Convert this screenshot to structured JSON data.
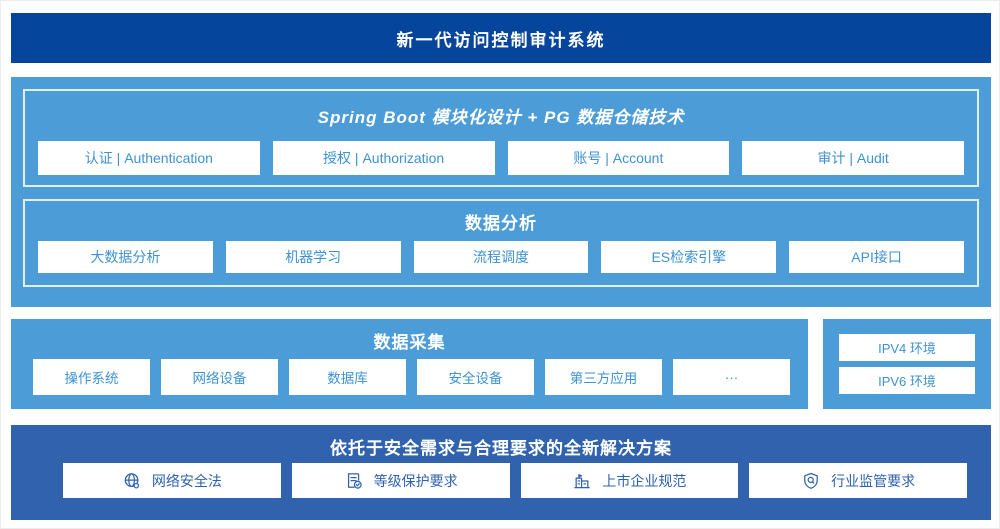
{
  "header": {
    "title": "新一代访问控制审计系统"
  },
  "colors": {
    "header_bg": "#05459B",
    "section_light_blue": "#4C9CD7",
    "solution_bg": "#3062AE",
    "box_text_blue": "#3E92D1",
    "solution_text_blue": "#2F62AE",
    "box_bg": "#FFFFFF"
  },
  "platform": {
    "spring": {
      "title": "Spring Boot 模块化设计 + PG 数据仓储技术",
      "items": [
        "认证 | Authentication",
        "授权 | Authorization",
        "账号 | Account",
        "审计 | Audit"
      ]
    },
    "analysis": {
      "title": "数据分析",
      "items": [
        "大数据分析",
        "机器学习",
        "流程调度",
        "ES检索引擎",
        "API接口"
      ]
    }
  },
  "collection": {
    "title": "数据采集",
    "items": [
      "操作系统",
      "网络设备",
      "数据库",
      "安全设备",
      "第三方应用",
      "···"
    ]
  },
  "environment": {
    "items": [
      "IPV4 环境",
      "IPV6 环境"
    ]
  },
  "solution": {
    "title": "依托于安全需求与合理要求的全新解决方案",
    "items": [
      {
        "icon": "globe-icon",
        "label": "网络安全法"
      },
      {
        "icon": "doc-check-icon",
        "label": "等级保护要求"
      },
      {
        "icon": "building-icon",
        "label": "上市企业规范"
      },
      {
        "icon": "shield-magnifier-icon",
        "label": "行业监管要求"
      }
    ]
  }
}
